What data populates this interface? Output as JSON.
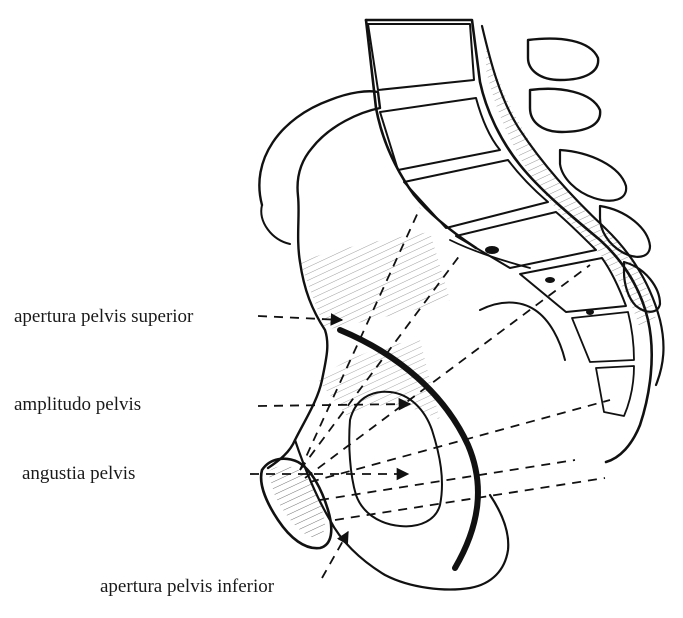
{
  "labels": {
    "apertura_superior": "apertura pelvis superior",
    "amplitudo": "amplitudo pelvis",
    "angustia": "angustia pelvis",
    "apertura_inferior": "apertura pelvis inferior"
  },
  "colors": {
    "ink": "#111111",
    "paper": "#ffffff"
  }
}
